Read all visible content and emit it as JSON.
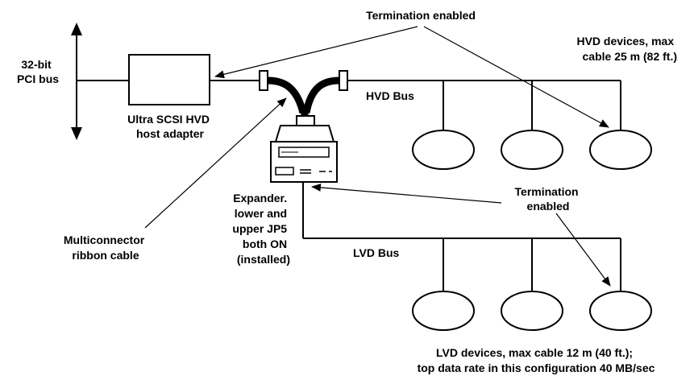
{
  "labels": {
    "pci_bus": [
      "32-bit",
      "PCI bus"
    ],
    "host_adapter": [
      "Ultra SCSI HVD",
      "host adapter"
    ],
    "termination_top": "Termination enabled",
    "hvd_devices": [
      "HVD devices, max",
      "cable 25 m  (82 ft.)"
    ],
    "hvd_bus": "HVD Bus",
    "expander": [
      "Expander.",
      "lower and",
      "upper JP5",
      "both ON",
      "(installed)"
    ],
    "termination_bottom": [
      "Termination",
      "enabled"
    ],
    "multiconnector": [
      "Multiconnector",
      "ribbon cable"
    ],
    "lvd_bus": "LVD Bus",
    "lvd_devices": [
      "LVD devices, max cable 12 m (40 ft.);",
      "top data rate in this configuration 40 MB/sec"
    ]
  },
  "hvd_devices_count": 3,
  "lvd_devices_count": 3
}
